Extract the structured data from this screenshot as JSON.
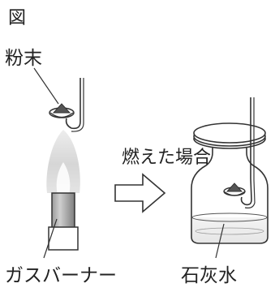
{
  "figure": {
    "title": "図",
    "labels": {
      "powder": "粉末",
      "burn_case": "燃えた場合",
      "burner": "ガスバーナー",
      "limewater": "石灰水"
    }
  }
}
